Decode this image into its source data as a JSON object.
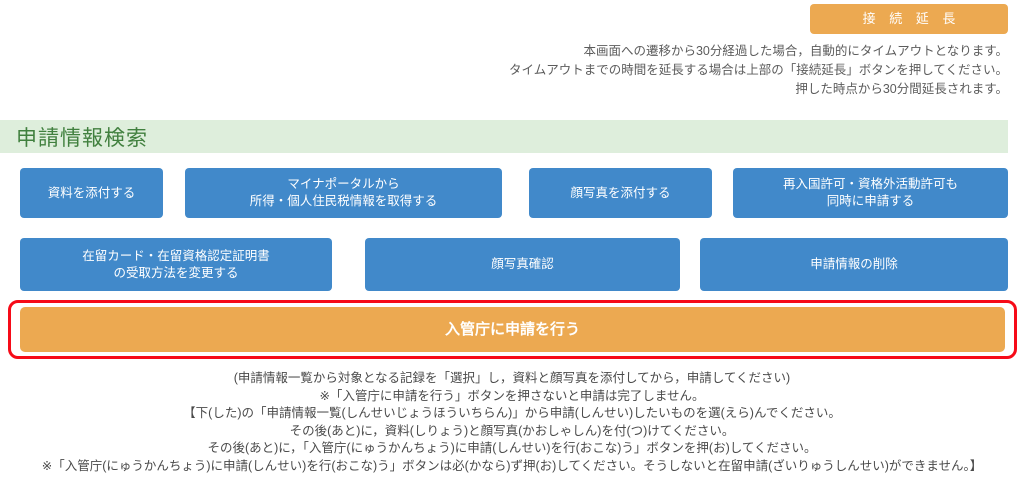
{
  "topbar": {
    "extend_button_label": "接 続 延 長"
  },
  "timeout_notice": [
    "本画面への遷移から30分経過した場合，自動的にタイムアウトとなります。",
    "タイムアウトまでの時間を延長する場合は上部の「接続延長」ボタンを押してください。",
    "押した時点から30分間延長されます。"
  ],
  "section": {
    "title": "申請情報検索"
  },
  "action_buttons_row1": [
    {
      "label_line1": "資料を添付する",
      "label_line2": ""
    },
    {
      "label_line1": "マイナポータルから",
      "label_line2": "所得・個人住民税情報を取得する"
    },
    {
      "label_line1": "顔写真を添付する",
      "label_line2": ""
    },
    {
      "label_line1": "再入国許可・資格外活動許可も",
      "label_line2": "同時に申請する"
    }
  ],
  "action_buttons_row2": [
    {
      "label_line1": "在留カード・在留資格認定証明書",
      "label_line2": "の受取方法を変更する"
    },
    {
      "label_line1": "顔写真確認",
      "label_line2": ""
    },
    {
      "label_line1": "申請情報の削除",
      "label_line2": ""
    }
  ],
  "submit": {
    "label": "入管庁に申請を行う",
    "highlight_color": "#f60b18",
    "button_color": "#eca951"
  },
  "notes": [
    "(申請情報一覧から対象となる記録を「選択」し，資料と顔写真を添付してから，申請してください)",
    "※「入管庁に申請を行う」ボタンを押さないと申請は完了しません。",
    "【下(した)の「申請情報一覧(しんせいじょうほういちらん)」から申請(しんせい)したいものを選(えら)んでください。",
    "その後(あと)に，資料(しりょう)と顔写真(かおしゃしん)を付(つ)けてください。",
    "その後(あと)に，「入管庁(にゅうかんちょう)に申請(しんせい)を行(おこな)う」ボタンを押(お)してください。",
    "※「入管庁(にゅうかんちょう)に申請(しんせい)を行(おこな)う」ボタンは必(かなら)ず押(お)してください。そうしないと在留申請(ざいりゅうしんせい)ができません。】"
  ],
  "colors": {
    "blue_button": "#4189ca",
    "orange_button": "#eca951",
    "section_band": "#deeedc",
    "section_title": "#41803f"
  }
}
